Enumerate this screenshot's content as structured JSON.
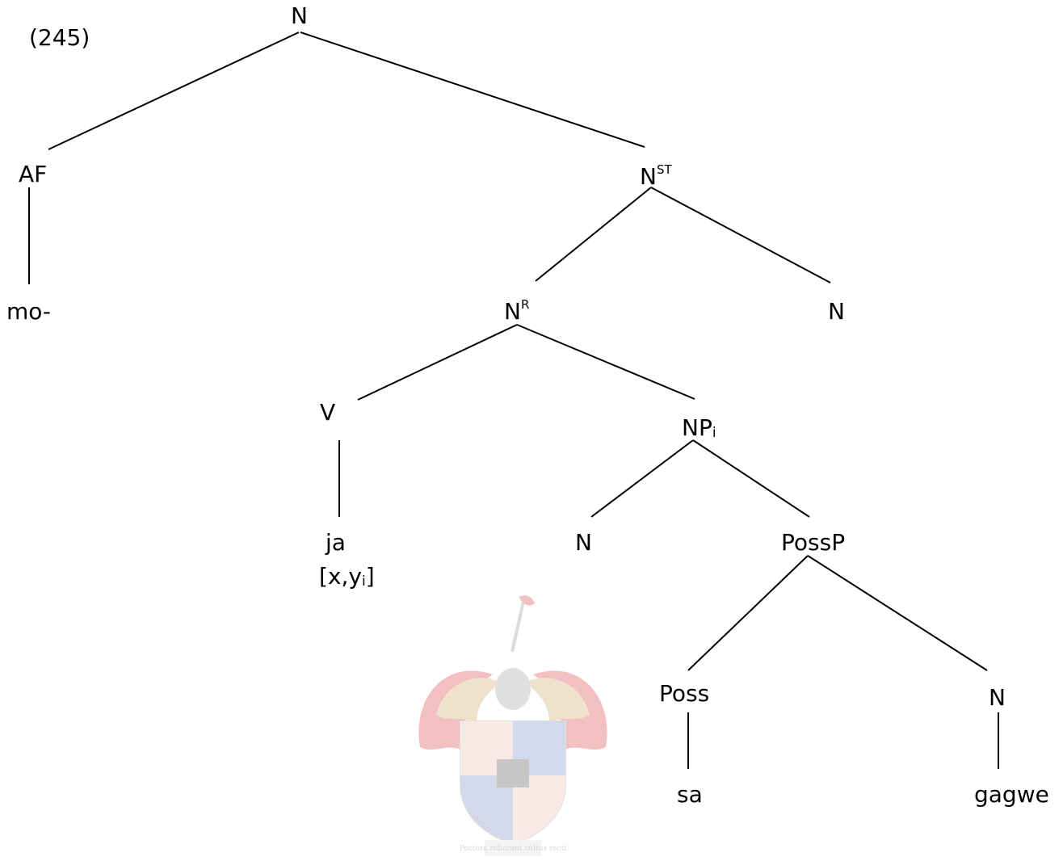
{
  "example_number": "(245)",
  "nodes": {
    "root": {
      "base": "N"
    },
    "af": {
      "base": "AF"
    },
    "nst": {
      "base": "N",
      "sup": "ST"
    },
    "mo": {
      "base": "mo-"
    },
    "nr": {
      "base": "N",
      "sup": "R"
    },
    "n_right": {
      "base": "N"
    },
    "v": {
      "base": "V"
    },
    "npi": {
      "base": "NP",
      "sub": "i"
    },
    "ja": {
      "base": "ja"
    },
    "ja_args": {
      "base": "[x,y",
      "sub": "i",
      "tail": "]"
    },
    "n_mid": {
      "base": "N"
    },
    "possp": {
      "base": "PossP"
    },
    "poss": {
      "base": "Poss"
    },
    "n_bottom": {
      "base": "N"
    },
    "sa": {
      "base": "sa"
    },
    "gagwe": {
      "base": "gagwe"
    }
  },
  "edges": [
    [
      "root",
      "af"
    ],
    [
      "root",
      "nst"
    ],
    [
      "af",
      "mo"
    ],
    [
      "nst",
      "nr"
    ],
    [
      "nst",
      "n_right"
    ],
    [
      "nr",
      "v"
    ],
    [
      "nr",
      "npi"
    ],
    [
      "v",
      "ja"
    ],
    [
      "npi",
      "n_mid"
    ],
    [
      "npi",
      "possp"
    ],
    [
      "possp",
      "poss"
    ],
    [
      "possp",
      "n_bottom"
    ],
    [
      "poss",
      "sa"
    ],
    [
      "n_bottom",
      "gagwe"
    ]
  ],
  "watermark": {
    "motto": "Pectora roborant cultus recti"
  },
  "colors": {
    "line": "#000000",
    "crest_red": "#d6303a",
    "crest_gold": "#c9a15a",
    "crest_blue": "#6f7fbf"
  }
}
